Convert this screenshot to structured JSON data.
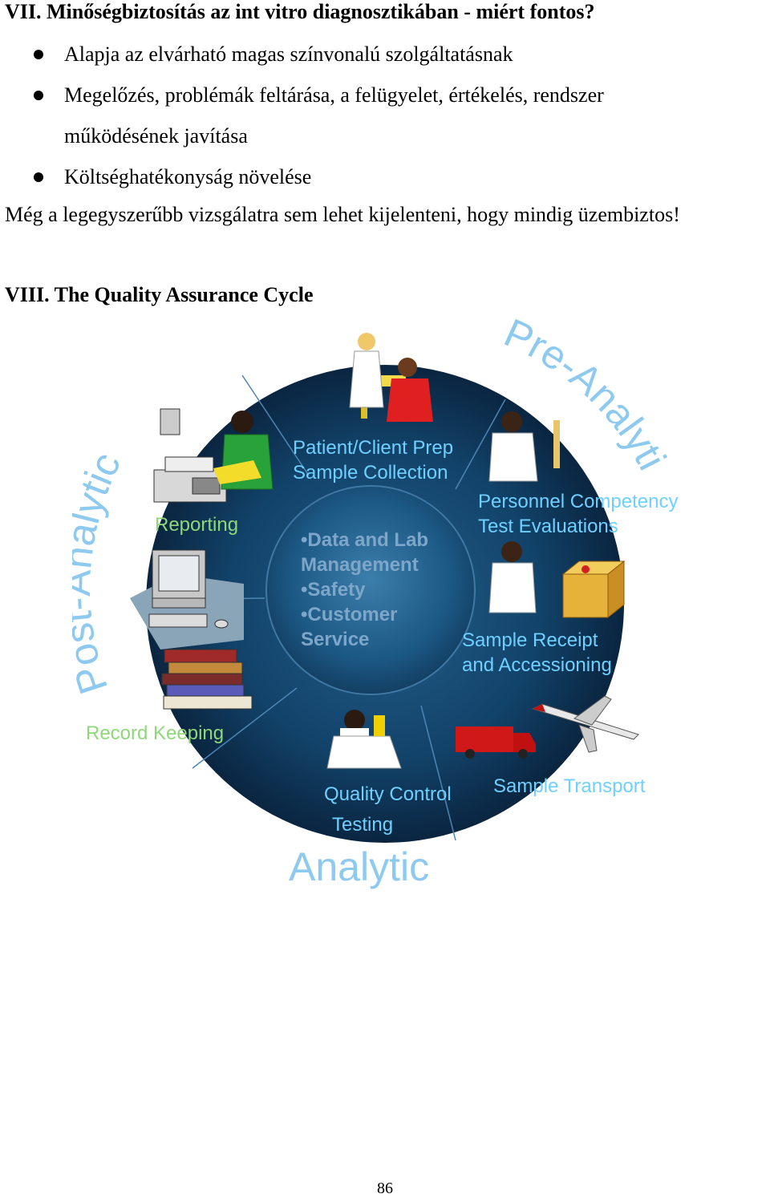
{
  "section7": {
    "title": "VII. Minőségbiztosítás az int vitro diagnosztikában - miért fontos?",
    "bullets": [
      "Alapja az elvárható magas színvonalú szolgáltatásnak",
      "Megelőzés, problémák feltárása, a felügyelet, értékelés, rendszer működésének javítása",
      "Költséghatékonyság növelése"
    ],
    "statement": "Még a legegyszerűbb vizsgálatra sem lehet kijelenteni, hogy mindig üzembiztos!"
  },
  "section8": {
    "title": "VIII. The Quality Assurance Cycle"
  },
  "diagram": {
    "phases": {
      "pre": "Pre-Analytic",
      "post": "Post-Analytic",
      "analytic": "Analytic"
    },
    "segments": {
      "patient_prep": [
        "Patient/Client Prep",
        "Sample Collection"
      ],
      "personnel": [
        "Personnel Competency",
        "Test Evaluations"
      ],
      "sample_receipt": [
        "Sample Receipt",
        "and Accessioning"
      ],
      "sample_transport": "Sample Transport",
      "quality_control": [
        "Quality Control",
        "Testing"
      ],
      "record_keeping": "Record Keeping",
      "reporting": "Reporting"
    },
    "core": [
      "•Data and Lab",
      "Management",
      "•Safety",
      "•Customer",
      "Service"
    ],
    "icons": [
      "patient-phlebotomy-icon",
      "lab-technician-icon",
      "sample-package-icon",
      "delivery-van-icon",
      "airplane-icon",
      "microscope-technician-icon",
      "books-stack-icon",
      "computer-icon",
      "fax-machine-icon",
      "phone-operator-icon"
    ],
    "colors": {
      "disk_outer": "#0d2f4c",
      "disk_inner": "#2a6a96",
      "label_blue": "#6fd0ff",
      "label_green": "#8fd879"
    }
  },
  "page_number": "86"
}
